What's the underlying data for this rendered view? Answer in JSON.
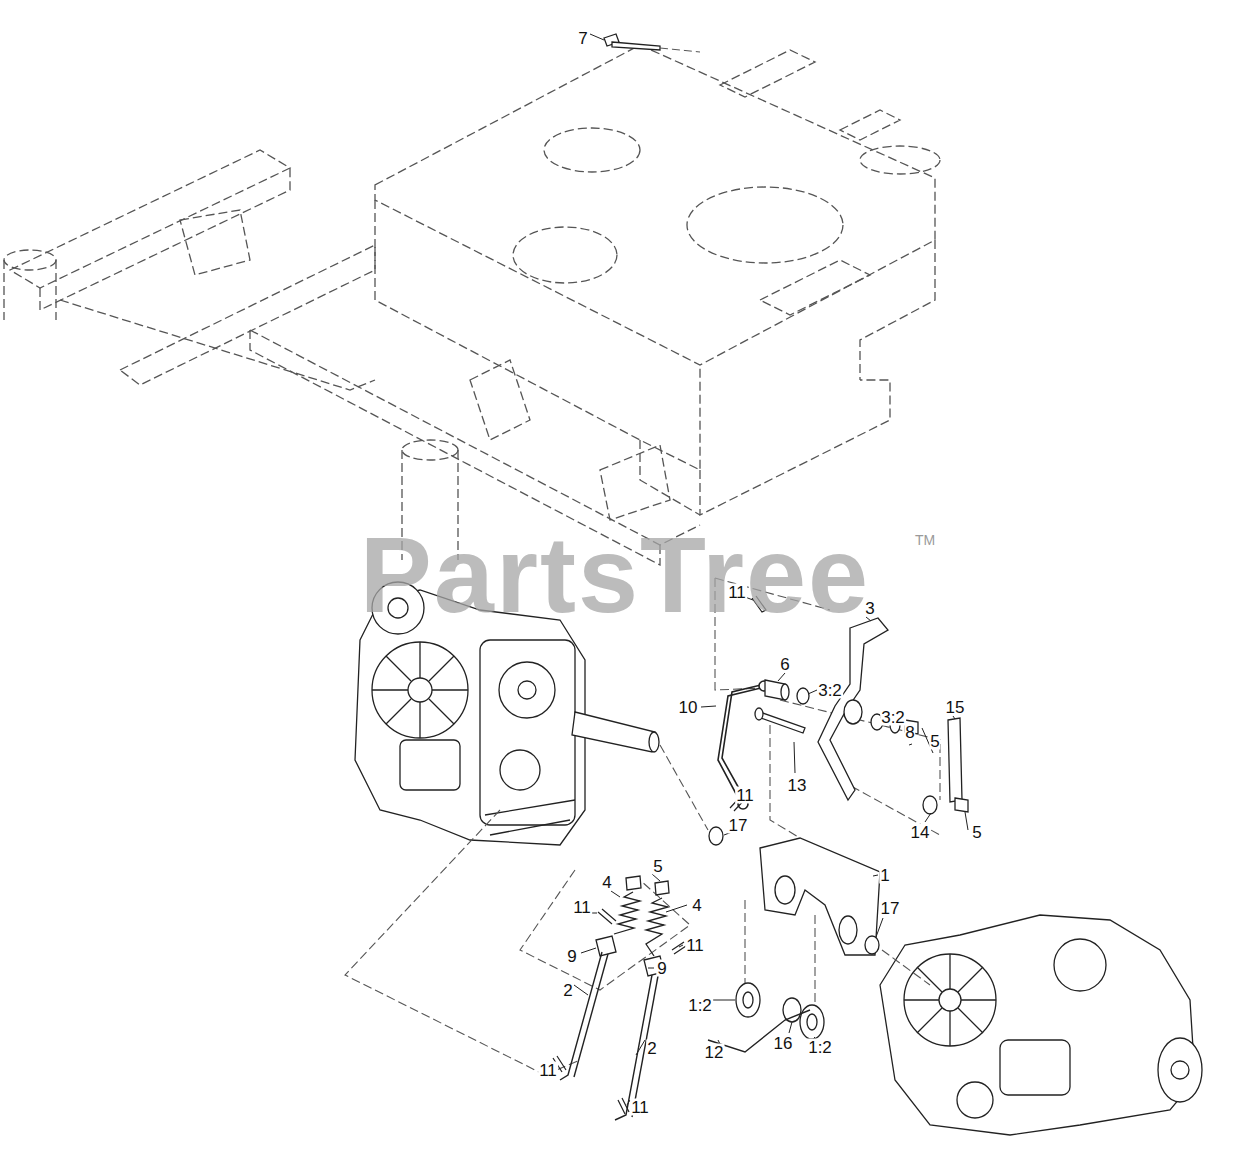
{
  "diagram": {
    "labels": [
      "7",
      "11",
      "3",
      "6",
      "3:2",
      "10",
      "3:2",
      "8",
      "5",
      "15",
      "11",
      "13",
      "17",
      "1",
      "14",
      "5",
      "5",
      "4",
      "4",
      "11",
      "11",
      "9",
      "9",
      "17",
      "1:2",
      "2",
      "2",
      "12",
      "16",
      "1:2",
      "11",
      "11",
      "PartsTree",
      "TM"
    ]
  }
}
